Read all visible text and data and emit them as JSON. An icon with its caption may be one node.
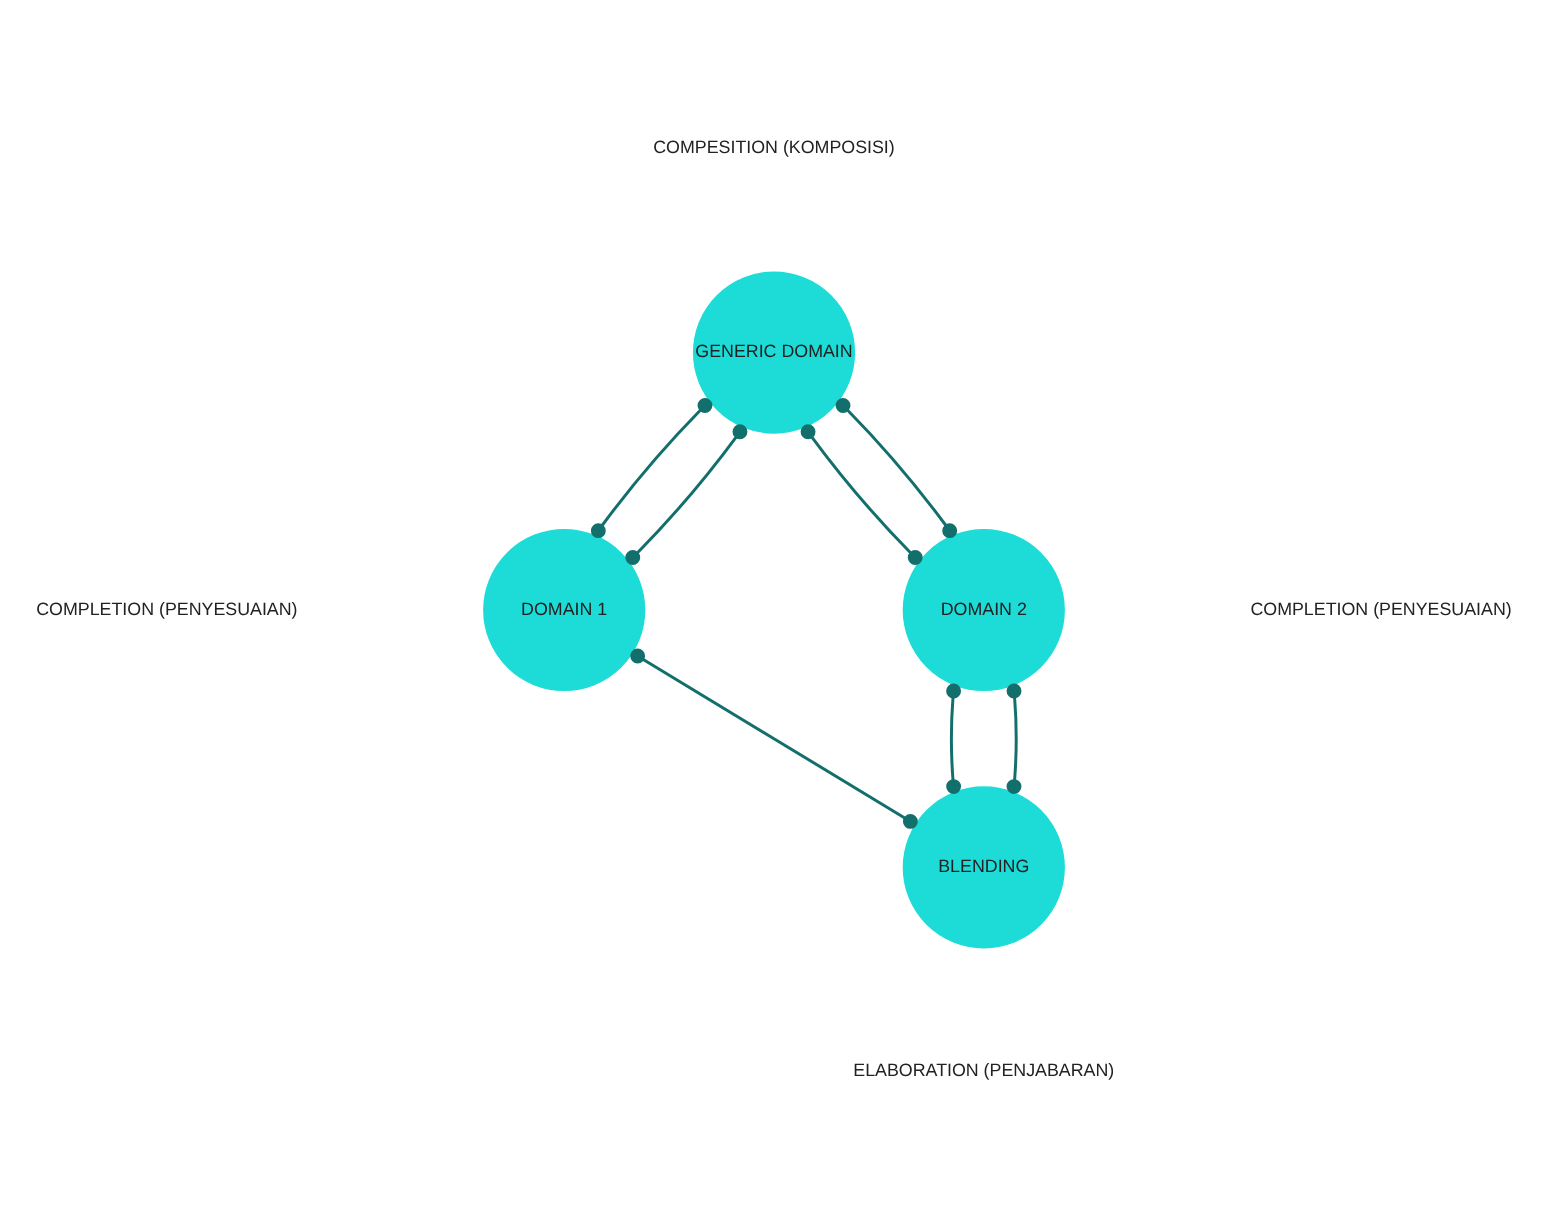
{
  "diagram": {
    "nodes": [
      {
        "text": [
          "GENERIC DOMAIN"
        ]
      },
      {
        "text": [
          "DOMAIN 1"
        ]
      },
      {
        "text": [
          "DOMAIN 2"
        ]
      },
      {
        "text": [
          "BLENDING"
        ]
      }
    ],
    "edges": [
      {
        "from": 0,
        "to": 1,
        "arrow": "other"
      },
      {
        "from": 0,
        "to": 1,
        "arrow": "other"
      },
      {
        "from": 0,
        "to": 2,
        "arrow": "other"
      },
      {
        "from": 1,
        "to": 3,
        "arrow": "other"
      },
      {
        "from": 2,
        "to": 3,
        "arrow": "other"
      },
      {
        "from": 0,
        "to": 2,
        "arrow": "other"
      },
      {
        "from": 2,
        "to": 3,
        "arrow": "other"
      }
    ],
    "labels": [
      "COMPESITION (KOMPOSISI)",
      "COMPLETION (PENYESUAIAN)",
      "COMPLETION (PENYESUAIAN)",
      "ELABORATION (PENJABARAN)"
    ]
  }
}
